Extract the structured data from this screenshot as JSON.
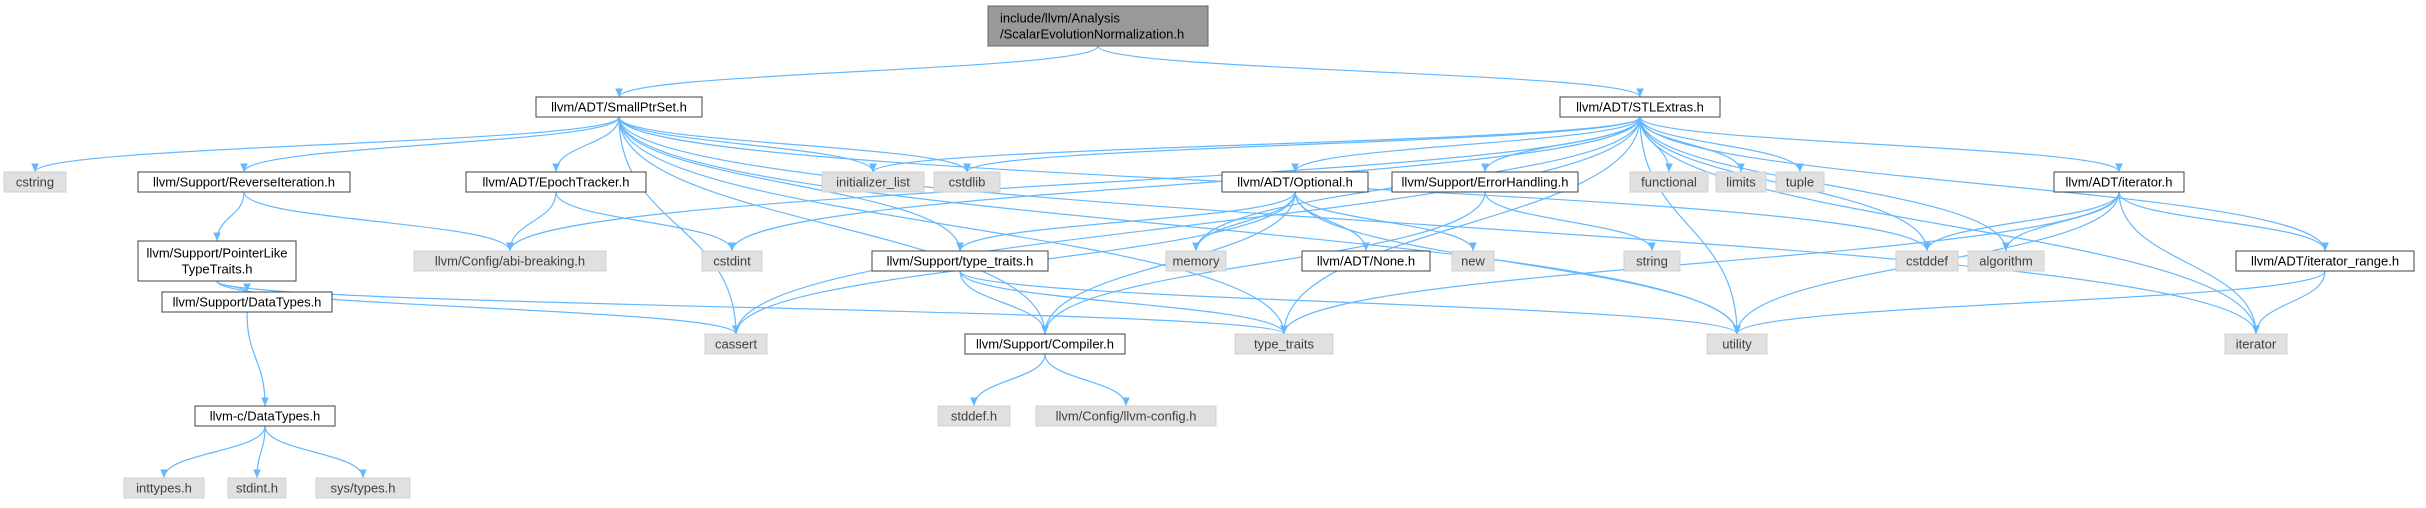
{
  "colors": {
    "edge": "#63b8ff",
    "root_fill": "#999999",
    "file_fill": "#ffffff",
    "sys_fill": "#e0e0e0"
  },
  "nodes": [
    {
      "id": "root",
      "label": [
        "include/llvm/Analysis",
        "/ScalarEvolutionNormalization.h"
      ],
      "kind": "root"
    },
    {
      "id": "smallptrset",
      "label": [
        "llvm/ADT/SmallPtrSet.h"
      ],
      "kind": "file"
    },
    {
      "id": "stlextras",
      "label": [
        "llvm/ADT/STLExtras.h"
      ],
      "kind": "file"
    },
    {
      "id": "cstring",
      "label": [
        "cstring"
      ],
      "kind": "sys"
    },
    {
      "id": "reverseiter",
      "label": [
        "llvm/Support/ReverseIteration.h"
      ],
      "kind": "file"
    },
    {
      "id": "epochtracker",
      "label": [
        "llvm/ADT/EpochTracker.h"
      ],
      "kind": "file"
    },
    {
      "id": "initlist",
      "label": [
        "initializer_list"
      ],
      "kind": "sys"
    },
    {
      "id": "cstdlib",
      "label": [
        "cstdlib"
      ],
      "kind": "sys"
    },
    {
      "id": "optional",
      "label": [
        "llvm/ADT/Optional.h"
      ],
      "kind": "file"
    },
    {
      "id": "errorhandling",
      "label": [
        "llvm/Support/ErrorHandling.h"
      ],
      "kind": "file"
    },
    {
      "id": "functional",
      "label": [
        "functional"
      ],
      "kind": "sys"
    },
    {
      "id": "limits",
      "label": [
        "limits"
      ],
      "kind": "sys"
    },
    {
      "id": "tuple",
      "label": [
        "tuple"
      ],
      "kind": "sys"
    },
    {
      "id": "iteratorh",
      "label": [
        "llvm/ADT/iterator.h"
      ],
      "kind": "file"
    },
    {
      "id": "pointerlike",
      "label": [
        "llvm/Support/PointerLike",
        "TypeTraits.h"
      ],
      "kind": "file"
    },
    {
      "id": "abibreaking",
      "label": [
        "llvm/Config/abi-breaking.h"
      ],
      "kind": "sys"
    },
    {
      "id": "cstdint",
      "label": [
        "cstdint"
      ],
      "kind": "sys"
    },
    {
      "id": "typetraitsh",
      "label": [
        "llvm/Support/type_traits.h"
      ],
      "kind": "file"
    },
    {
      "id": "memory",
      "label": [
        "memory"
      ],
      "kind": "sys"
    },
    {
      "id": "noneh",
      "label": [
        "llvm/ADT/None.h"
      ],
      "kind": "file"
    },
    {
      "id": "new",
      "label": [
        "new"
      ],
      "kind": "sys"
    },
    {
      "id": "string",
      "label": [
        "string"
      ],
      "kind": "sys"
    },
    {
      "id": "cstddef",
      "label": [
        "cstddef"
      ],
      "kind": "sys"
    },
    {
      "id": "algorithm",
      "label": [
        "algorithm"
      ],
      "kind": "sys"
    },
    {
      "id": "iterrange",
      "label": [
        "llvm/ADT/iterator_range.h"
      ],
      "kind": "file"
    },
    {
      "id": "datatypes",
      "label": [
        "llvm/Support/DataTypes.h"
      ],
      "kind": "file"
    },
    {
      "id": "cassert",
      "label": [
        "cassert"
      ],
      "kind": "sys"
    },
    {
      "id": "compiler",
      "label": [
        "llvm/Support/Compiler.h"
      ],
      "kind": "file"
    },
    {
      "id": "type_traits",
      "label": [
        "type_traits"
      ],
      "kind": "sys"
    },
    {
      "id": "utility",
      "label": [
        "utility"
      ],
      "kind": "sys"
    },
    {
      "id": "iterator",
      "label": [
        "iterator"
      ],
      "kind": "sys"
    },
    {
      "id": "cdatatypes",
      "label": [
        "llvm-c/DataTypes.h"
      ],
      "kind": "file"
    },
    {
      "id": "stddef",
      "label": [
        "stddef.h"
      ],
      "kind": "sys"
    },
    {
      "id": "llvmconfig",
      "label": [
        "llvm/Config/llvm-config.h"
      ],
      "kind": "sys"
    },
    {
      "id": "inttypes",
      "label": [
        "inttypes.h"
      ],
      "kind": "sys"
    },
    {
      "id": "stdint",
      "label": [
        "stdint.h"
      ],
      "kind": "sys"
    },
    {
      "id": "systypes",
      "label": [
        "sys/types.h"
      ],
      "kind": "sys"
    }
  ],
  "edges": [
    [
      "root",
      "smallptrset"
    ],
    [
      "root",
      "stlextras"
    ],
    [
      "smallptrset",
      "cstring"
    ],
    [
      "smallptrset",
      "reverseiter"
    ],
    [
      "smallptrset",
      "epochtracker"
    ],
    [
      "smallptrset",
      "initlist"
    ],
    [
      "smallptrset",
      "cstdlib"
    ],
    [
      "smallptrset",
      "cassert"
    ],
    [
      "smallptrset",
      "compiler"
    ],
    [
      "smallptrset",
      "typetraitsh"
    ],
    [
      "smallptrset",
      "type_traits"
    ],
    [
      "smallptrset",
      "utility"
    ],
    [
      "smallptrset",
      "iterator"
    ],
    [
      "smallptrset",
      "cstddef"
    ],
    [
      "stlextras",
      "initlist"
    ],
    [
      "stlextras",
      "cstdlib"
    ],
    [
      "stlextras",
      "abibreaking"
    ],
    [
      "stlextras",
      "cstdint"
    ],
    [
      "stlextras",
      "memory"
    ],
    [
      "stlextras",
      "cassert"
    ],
    [
      "stlextras",
      "optional"
    ],
    [
      "stlextras",
      "errorhandling"
    ],
    [
      "stlextras",
      "functional"
    ],
    [
      "stlextras",
      "limits"
    ],
    [
      "stlextras",
      "tuple"
    ],
    [
      "stlextras",
      "utility"
    ],
    [
      "stlextras",
      "type_traits"
    ],
    [
      "stlextras",
      "cstddef"
    ],
    [
      "stlextras",
      "algorithm"
    ],
    [
      "stlextras",
      "iteratorh"
    ],
    [
      "stlextras",
      "iterrange"
    ],
    [
      "stlextras",
      "iterator"
    ],
    [
      "reverseiter",
      "pointerlike"
    ],
    [
      "reverseiter",
      "abibreaking"
    ],
    [
      "epochtracker",
      "abibreaking"
    ],
    [
      "epochtracker",
      "cstdint"
    ],
    [
      "pointerlike",
      "datatypes"
    ],
    [
      "pointerlike",
      "cassert"
    ],
    [
      "pointerlike",
      "type_traits"
    ],
    [
      "datatypes",
      "cdatatypes"
    ],
    [
      "cdatatypes",
      "inttypes"
    ],
    [
      "cdatatypes",
      "stdint"
    ],
    [
      "cdatatypes",
      "systypes"
    ],
    [
      "optional",
      "typetraitsh"
    ],
    [
      "optional",
      "memory"
    ],
    [
      "optional",
      "noneh"
    ],
    [
      "optional",
      "new"
    ],
    [
      "optional",
      "utility"
    ],
    [
      "optional",
      "cassert"
    ],
    [
      "optional",
      "compiler"
    ],
    [
      "typetraitsh",
      "compiler"
    ],
    [
      "typetraitsh",
      "type_traits"
    ],
    [
      "typetraitsh",
      "utility"
    ],
    [
      "errorhandling",
      "string"
    ],
    [
      "errorhandling",
      "compiler"
    ],
    [
      "iteratorh",
      "cstddef"
    ],
    [
      "iteratorh",
      "algorithm"
    ],
    [
      "iteratorh",
      "iterrange"
    ],
    [
      "iteratorh",
      "iterator"
    ],
    [
      "iteratorh",
      "type_traits"
    ],
    [
      "iteratorh",
      "utility"
    ],
    [
      "iterrange",
      "iterator"
    ],
    [
      "iterrange",
      "utility"
    ],
    [
      "compiler",
      "stddef"
    ],
    [
      "compiler",
      "llvmconfig"
    ]
  ]
}
